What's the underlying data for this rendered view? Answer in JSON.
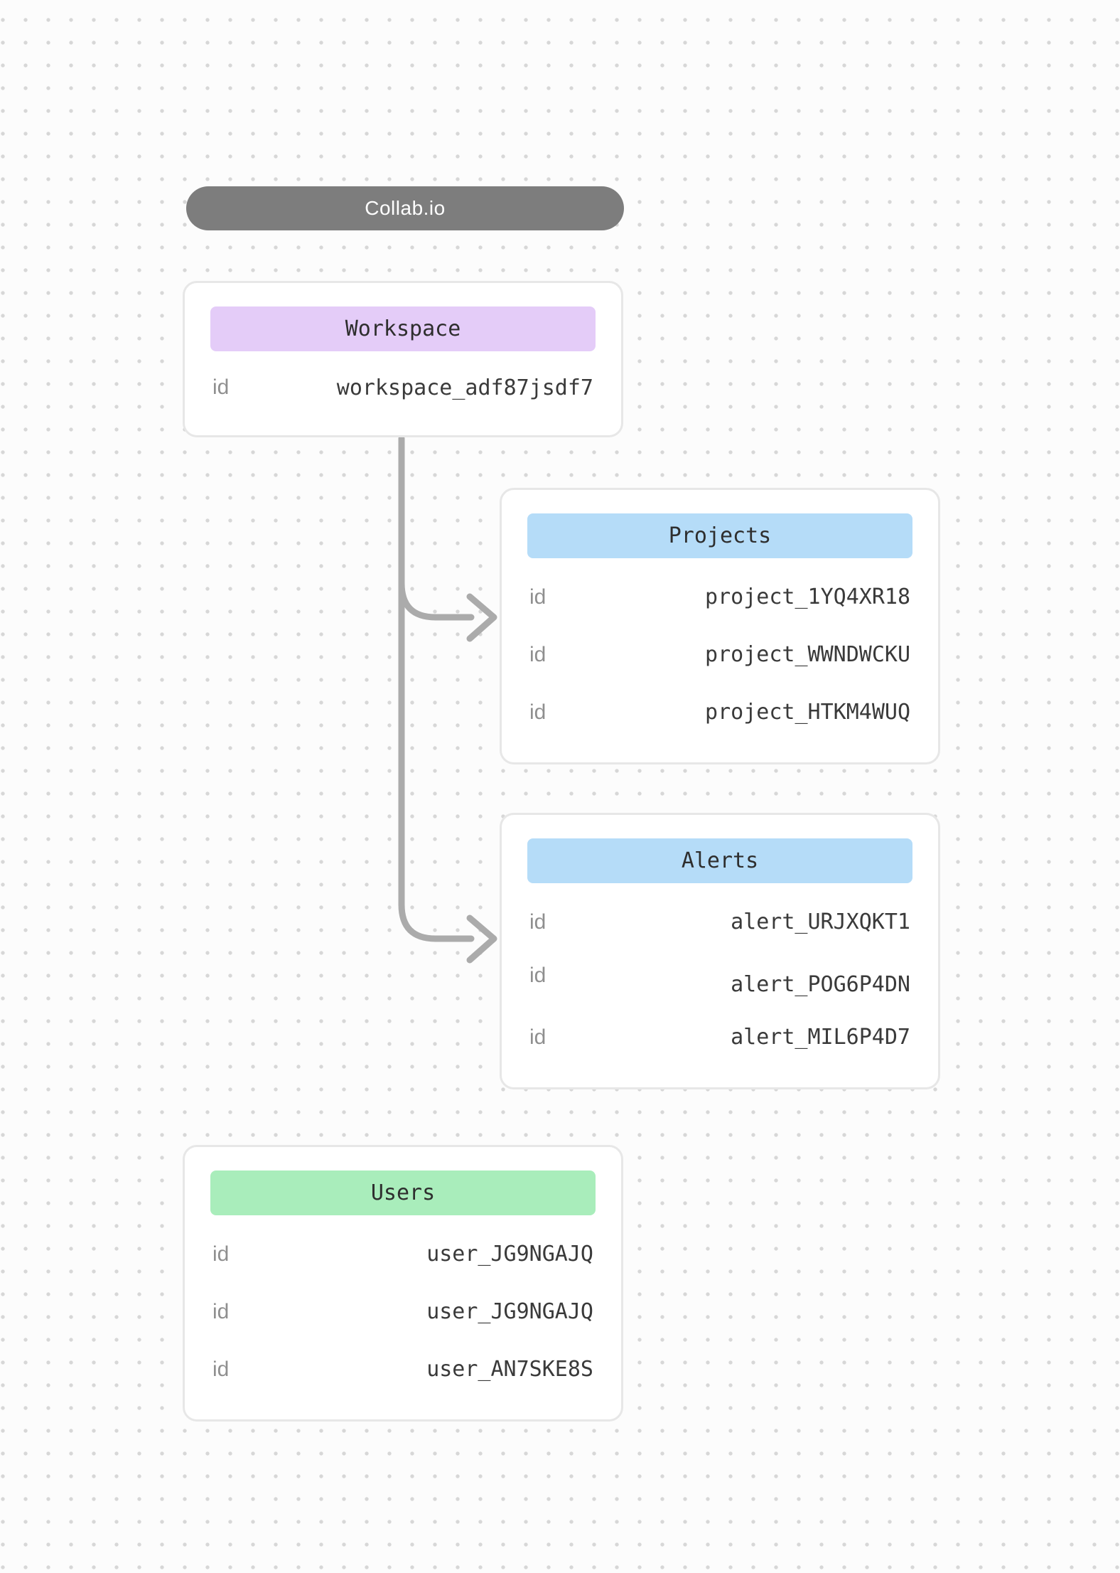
{
  "diagram": {
    "title_pill": {
      "label": "Collab.io",
      "bg": "#7d7d7d",
      "text_color": "#ffffff"
    },
    "connector_color": "#ababab",
    "entities": [
      {
        "id": "workspace",
        "title": "Workspace",
        "header_bg": "#e4ccf8",
        "rows": [
          {
            "label": "id",
            "value": "workspace_adf87jsdf7"
          }
        ]
      },
      {
        "id": "projects",
        "title": "Projects",
        "header_bg": "#b5dcf8",
        "rows": [
          {
            "label": "id",
            "value": "project_1YQ4XR18"
          },
          {
            "label": "id",
            "value": "project_WWNDWCKU"
          },
          {
            "label": "id",
            "value": "project_HTKM4WUQ"
          }
        ]
      },
      {
        "id": "alerts",
        "title": "Alerts",
        "header_bg": "#b5dcf8",
        "rows": [
          {
            "label": "id",
            "value": "alert_URJXQKT1"
          },
          {
            "label": "id",
            "value": "alert_POG6P4DN"
          },
          {
            "label": "id",
            "value": "alert_MIL6P4D7"
          }
        ]
      },
      {
        "id": "users",
        "title": "Users",
        "header_bg": "#a9edbb",
        "rows": [
          {
            "label": "id",
            "value": "user_JG9NGAJQ"
          },
          {
            "label": "id",
            "value": "user_JG9NGAJQ"
          },
          {
            "label": "id",
            "value": "user_AN7SKE8S"
          }
        ]
      }
    ],
    "connections": [
      {
        "from": "workspace",
        "to": "projects"
      },
      {
        "from": "workspace",
        "to": "alerts"
      }
    ]
  }
}
